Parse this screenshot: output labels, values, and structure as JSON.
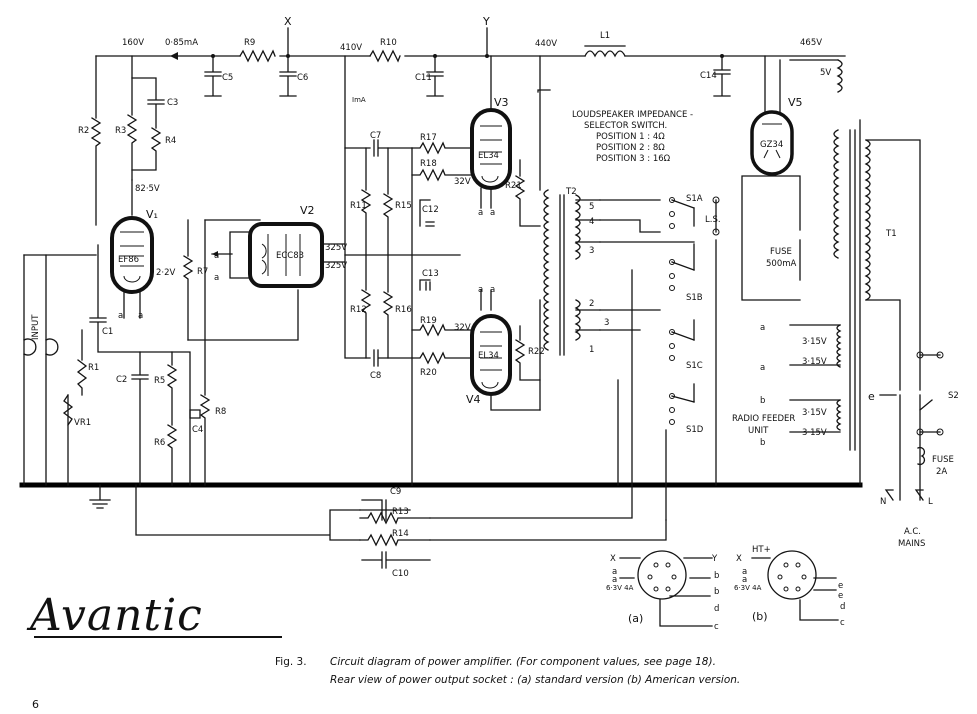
{
  "labels": {
    "v160": "160V",
    "ma085": "0·85mA",
    "r9": "R9",
    "x_top": "X",
    "c5": "C5",
    "c6": "C6",
    "v410": "410V",
    "r10": "R10",
    "y_top": "Y",
    "c11": "C11",
    "v440": "440V",
    "l1": "L1",
    "c14": "C14",
    "v465": "465V",
    "v5v": "5V",
    "ima": "ImA",
    "c3": "C3",
    "r2": "R2",
    "r3": "R3",
    "r4": "R4",
    "v825": "82·5V",
    "v1": "V₁",
    "ef86": "EF86",
    "v22": "2·2V",
    "a1": "a",
    "a2": "a",
    "c1": "C1",
    "r1": "R1",
    "vr1": "VR1",
    "input": "INPUT",
    "r7": "R7",
    "c2": "C2",
    "r5": "R5",
    "r6": "R6",
    "c4": "C4",
    "r8": "R8",
    "v2": "V2",
    "ecc83": "ECC83",
    "v325a": "325V",
    "v325b": "325V",
    "aL1": "a",
    "aL2": "a",
    "c7": "C7",
    "c8": "C8",
    "r11": "R11",
    "r12": "R12",
    "r15": "R15",
    "r16": "R16",
    "r17": "R17",
    "r18": "R18",
    "r19": "R19",
    "r20": "R20",
    "c12": "C12",
    "c13": "C13",
    "v3": "V3",
    "el34a": "EL34",
    "v32a": "32V",
    "v32b": "32V",
    "v4": "V4",
    "el34b": "EL34",
    "r21": "R21",
    "r22": "R22",
    "aa1": "a",
    "aa2": "a",
    "aa3": "a",
    "aa4": "a",
    "t2": "T2",
    "ls_line1": "LOUDSPEAKER IMPEDANCE -",
    "ls_line2": "SELECTOR SWITCH.",
    "pos1": "POSITION 1 : 4Ω",
    "pos2": "POSITION 2 : 8Ω",
    "pos3": "POSITION 3 : 16Ω",
    "s1a": "S1A",
    "s1b": "S1B",
    "s1c": "S1C",
    "s1d": "S1D",
    "ls": "L.S.",
    "tap5": "5",
    "tap4": "4",
    "tap3": "3",
    "tap2": "2",
    "tap1": "1",
    "tap3b": "3",
    "v5": "V5",
    "gz34": "GZ34",
    "t1": "T1",
    "fuse": "FUSE",
    "fuse500": "500mA",
    "v315a": "3·15V",
    "v315b": "3·15V",
    "v315c": "3·15V",
    "v315d": "3·15V",
    "a_t1a": "a",
    "a_t1b": "a",
    "b_t1a": "b",
    "b_t1b": "b",
    "radio1": "RADIO FEEDER",
    "radio2": "UNIT",
    "s2": "S2",
    "fuse2": "FUSE",
    "fuse2a": "2A",
    "e_mains": "e",
    "n": "N",
    "l": "L",
    "ac1": "A.C.",
    "ac2": "MAINS",
    "c9": "C9",
    "r13": "R13",
    "r14": "R14",
    "c10": "C10",
    "sa_x": "X",
    "sa_y": "Y",
    "sa_a1": "a",
    "sa_a2": "a",
    "sa_634": "6·3V 4A",
    "sa_b1": "b",
    "sa_b2": "b",
    "sa_d": "d",
    "sa_c": "c",
    "sa_label": "(a)",
    "sb_x": "X",
    "sb_ht": "HT+",
    "sb_a1": "a",
    "sb_a2": "a",
    "sb_634": "6·3V 4A",
    "sb_e1": "e",
    "sb_e2": "e",
    "sb_d": "d",
    "sb_c": "c",
    "sb_label": "(b)"
  },
  "caption": {
    "fig": "Fig. 3.",
    "line1": "Circuit diagram of power amplifier.   (For component values, see page 18).",
    "line2": "Rear view of power output socket :   (a)  standard version    (b)  American version."
  },
  "logo": "Avantic",
  "page_number": "6"
}
